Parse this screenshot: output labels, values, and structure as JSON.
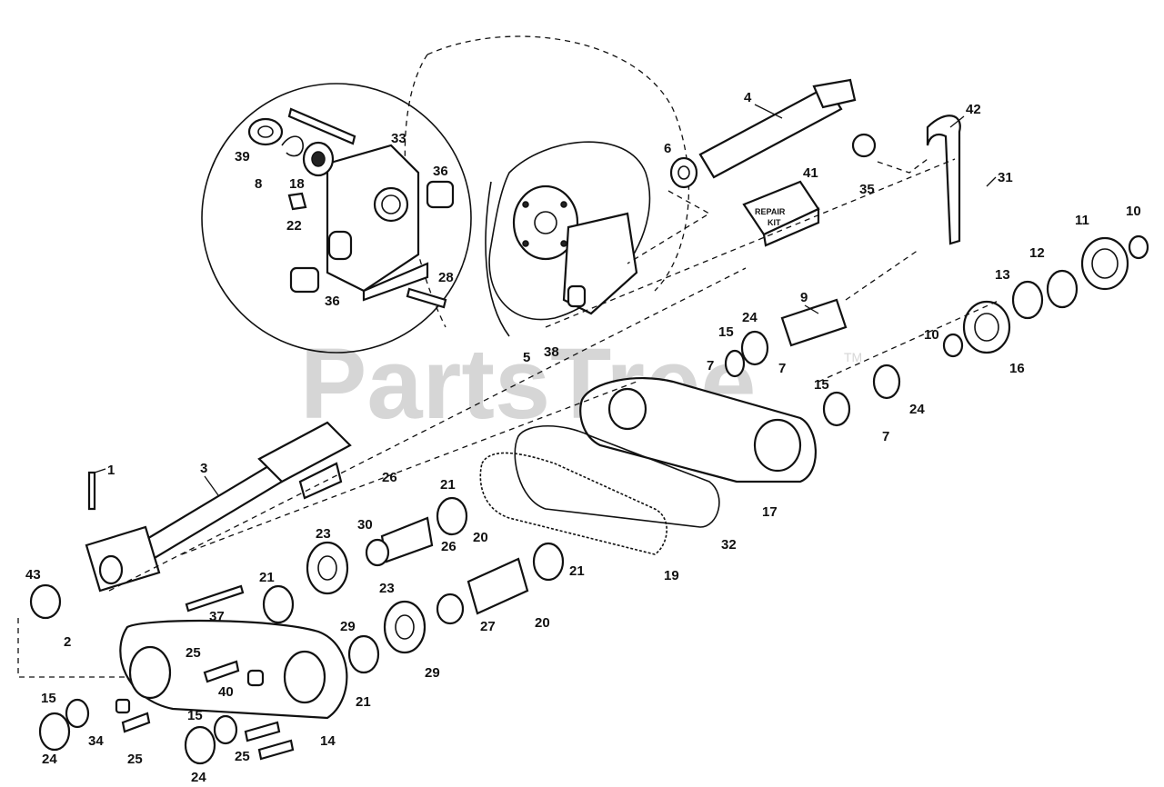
{
  "watermark": {
    "text": "PartsTree",
    "trademark": "TM"
  },
  "repair_kit": {
    "line1": "REPAIR",
    "line2": "KIT"
  },
  "callouts": [
    {
      "id": "c1",
      "label": "1"
    },
    {
      "id": "c2",
      "label": "2"
    },
    {
      "id": "c3",
      "label": "3"
    },
    {
      "id": "c4",
      "label": "4"
    },
    {
      "id": "c5",
      "label": "5"
    },
    {
      "id": "c6",
      "label": "6"
    },
    {
      "id": "c7a",
      "label": "7"
    },
    {
      "id": "c7b",
      "label": "7"
    },
    {
      "id": "c7c",
      "label": "7"
    },
    {
      "id": "c8",
      "label": "8"
    },
    {
      "id": "c9",
      "label": "9"
    },
    {
      "id": "c10a",
      "label": "10"
    },
    {
      "id": "c10b",
      "label": "10"
    },
    {
      "id": "c11",
      "label": "11"
    },
    {
      "id": "c12",
      "label": "12"
    },
    {
      "id": "c13",
      "label": "13"
    },
    {
      "id": "c14",
      "label": "14"
    },
    {
      "id": "c15a",
      "label": "15"
    },
    {
      "id": "c15b",
      "label": "15"
    },
    {
      "id": "c15c",
      "label": "15"
    },
    {
      "id": "c15d",
      "label": "15"
    },
    {
      "id": "c16",
      "label": "16"
    },
    {
      "id": "c17",
      "label": "17"
    },
    {
      "id": "c18",
      "label": "18"
    },
    {
      "id": "c19",
      "label": "19"
    },
    {
      "id": "c20a",
      "label": "20"
    },
    {
      "id": "c20b",
      "label": "20"
    },
    {
      "id": "c21a",
      "label": "21"
    },
    {
      "id": "c21b",
      "label": "21"
    },
    {
      "id": "c21c",
      "label": "21"
    },
    {
      "id": "c21d",
      "label": "21"
    },
    {
      "id": "c22",
      "label": "22"
    },
    {
      "id": "c23a",
      "label": "23"
    },
    {
      "id": "c23b",
      "label": "23"
    },
    {
      "id": "c24a",
      "label": "24"
    },
    {
      "id": "c24b",
      "label": "24"
    },
    {
      "id": "c24c",
      "label": "24"
    },
    {
      "id": "c24d",
      "label": "24"
    },
    {
      "id": "c25a",
      "label": "25"
    },
    {
      "id": "c25b",
      "label": "25"
    },
    {
      "id": "c25c",
      "label": "25"
    },
    {
      "id": "c26a",
      "label": "26"
    },
    {
      "id": "c26b",
      "label": "26"
    },
    {
      "id": "c27",
      "label": "27"
    },
    {
      "id": "c28",
      "label": "28"
    },
    {
      "id": "c29a",
      "label": "29"
    },
    {
      "id": "c29b",
      "label": "29"
    },
    {
      "id": "c30",
      "label": "30"
    },
    {
      "id": "c31",
      "label": "31"
    },
    {
      "id": "c32",
      "label": "32"
    },
    {
      "id": "c33",
      "label": "33"
    },
    {
      "id": "c34",
      "label": "34"
    },
    {
      "id": "c35",
      "label": "35"
    },
    {
      "id": "c36a",
      "label": "36"
    },
    {
      "id": "c36b",
      "label": "36"
    },
    {
      "id": "c37",
      "label": "37"
    },
    {
      "id": "c38",
      "label": "38"
    },
    {
      "id": "c39",
      "label": "39"
    },
    {
      "id": "c40",
      "label": "40"
    },
    {
      "id": "c41",
      "label": "41"
    },
    {
      "id": "c42",
      "label": "42"
    },
    {
      "id": "c43",
      "label": "43"
    }
  ]
}
